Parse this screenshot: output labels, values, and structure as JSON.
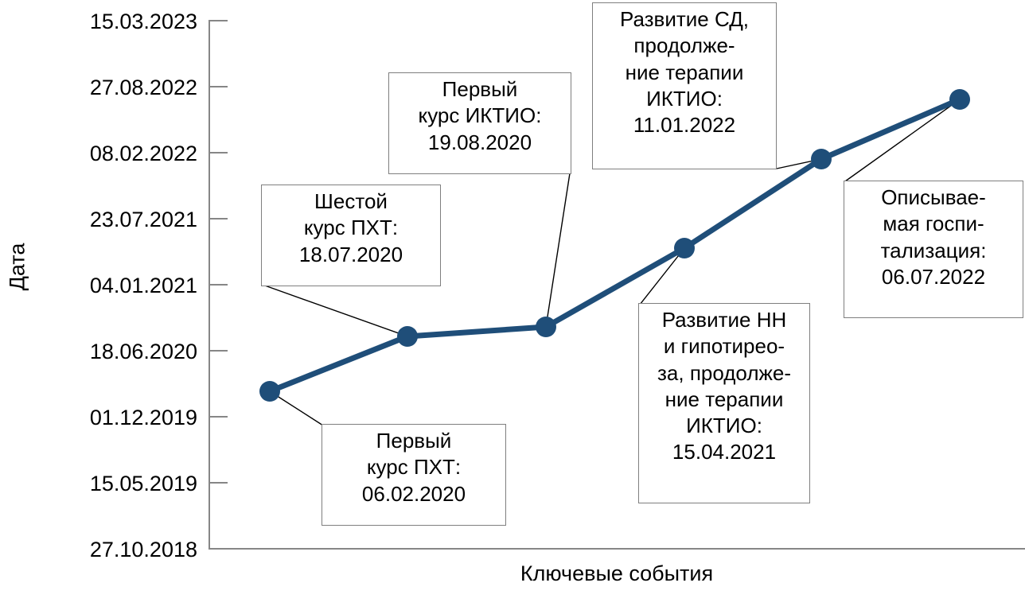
{
  "chart_data": {
    "type": "line",
    "title": "",
    "xlabel": "Ключевые события",
    "ylabel": "Дата",
    "legend": "none",
    "grid": false,
    "y_tick_labels": [
      "15.03.2023",
      "27.08.2022",
      "08.02.2022",
      "23.07.2021",
      "04.01.2021",
      "18.06.2020",
      "01.12.2019",
      "15.05.2019",
      "27.10.2018"
    ],
    "x_tick_labels": [],
    "ylim": [
      "27.10.2018",
      "15.03.2023"
    ],
    "categories": [
      1,
      2,
      3,
      4,
      5,
      6
    ],
    "x": [
      1,
      2,
      3,
      4,
      5,
      6
    ],
    "values": [
      "06.02.2020",
      "18.07.2020",
      "19.08.2020",
      "15.04.2021",
      "11.01.2022",
      "06.07.2022"
    ],
    "point_labels": [
      "Первый курс ПХТ",
      "Шестой курс ПХТ",
      "Первый курс ИКТИО",
      "Развитие НН и гипотиреоза, продолжение терапии ИКТИО",
      "Развитие СД, продолжение терапии ИКТИО",
      "Описываемая госпитализация"
    ],
    "series_color": "#1F4E79",
    "marker": "circle"
  },
  "annotations": [
    {
      "name": "annotation-first-pht",
      "text": "Первый\nкурс ПХТ:\n06.02.2020"
    },
    {
      "name": "annotation-sixth-pht",
      "text": "Шестой\nкурс ПХТ:\n18.07.2020"
    },
    {
      "name": "annotation-first-iktio",
      "text": "Первый\nкурс ИКТИО:\n19.08.2020"
    },
    {
      "name": "annotation-nn-hypothyroidism",
      "text": "Развитие НН\nи гипотирео-\nза, продолже-\nние терапии\nИКТИО:\n15.04.2021"
    },
    {
      "name": "annotation-diabetes",
      "text": "Развитие СД,\nпродолже-\nние терапии\nИКТИО:\n11.01.2022"
    },
    {
      "name": "annotation-hospitalization",
      "text": "Описывае-\nмая госпи-\nтализация:\n06.07.2022"
    }
  ],
  "axis": {
    "y_title": "Дата",
    "x_title": "Ключевые события",
    "axis_color": "#868686"
  }
}
